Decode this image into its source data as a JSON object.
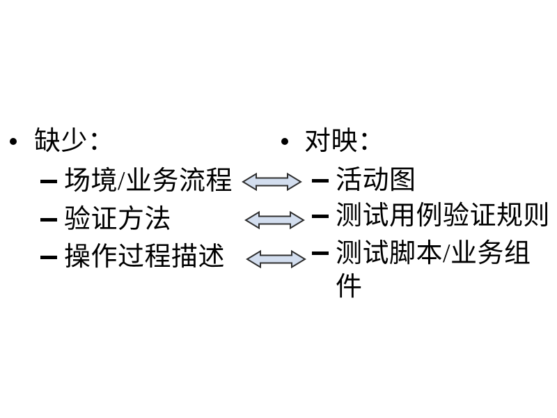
{
  "slide": {
    "background_color": "#ffffff",
    "text_color": "#000000"
  },
  "left_list": {
    "title": "缺少：",
    "items": [
      "场境/业务流程",
      "验证方法",
      "操作过程描述"
    ]
  },
  "right_list": {
    "title": "对映：",
    "items": [
      "活动图",
      "测试用例验证规则",
      "测试脚本/业务组件"
    ],
    "item3_lines": {
      "line1": "测试脚本/业务组",
      "line2": "件"
    }
  },
  "arrows": {
    "style": "double-headed-horizontal",
    "count": 3,
    "fill": "#d3deef",
    "stroke": "#2e2e2e"
  }
}
